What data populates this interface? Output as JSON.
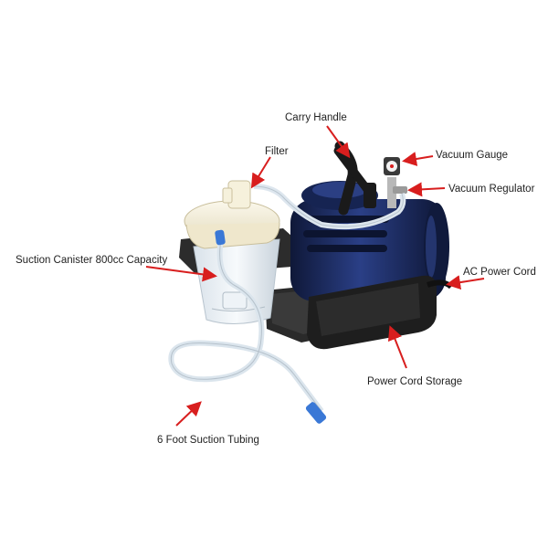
{
  "labels": {
    "carry_handle": "Carry Handle",
    "filter": "Filter",
    "vacuum_gauge": "Vacuum Gauge",
    "vacuum_regulator": "Vacuum Regulator",
    "suction_canister": "Suction Canister 800cc Capacity",
    "ac_power_cord": "AC Power Cord",
    "power_cord_storage": "Power Cord Storage",
    "suction_tubing": "6 Foot Suction Tubing"
  },
  "colors": {
    "arrow": "#d81e1e",
    "pump_body": "#1c2b5e",
    "tubing": "#d8e2ea",
    "tip": "#3a78d6",
    "base": "#2a2a2a",
    "canister_lid": "#f4f0df"
  }
}
